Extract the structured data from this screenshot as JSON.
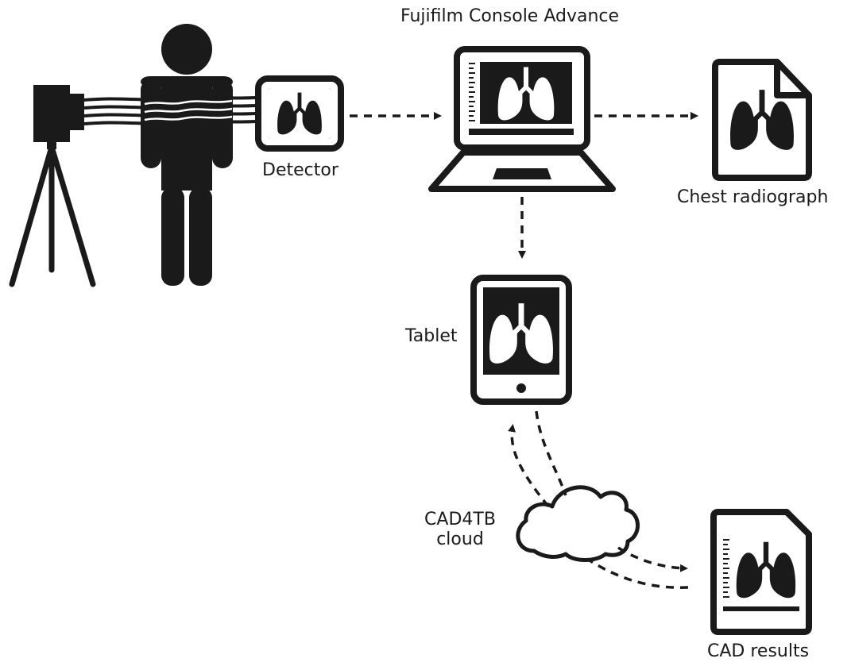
{
  "labels": {
    "console": "Fujifilm Console Advance",
    "detector": "Detector",
    "chest_radiograph": "Chest radiograph",
    "tablet": "Tablet",
    "cloud_line1": "CAD4TB",
    "cloud_line2": "cloud",
    "cad_results": "CAD results"
  },
  "colors": {
    "ink": "#1a1a1a",
    "background": "#ffffff"
  },
  "icons": [
    "camera-tripod-icon",
    "person-icon",
    "detector-icon",
    "laptop-icon",
    "document-lungs-icon",
    "tablet-icon",
    "cloud-icon",
    "cad-results-icon"
  ]
}
